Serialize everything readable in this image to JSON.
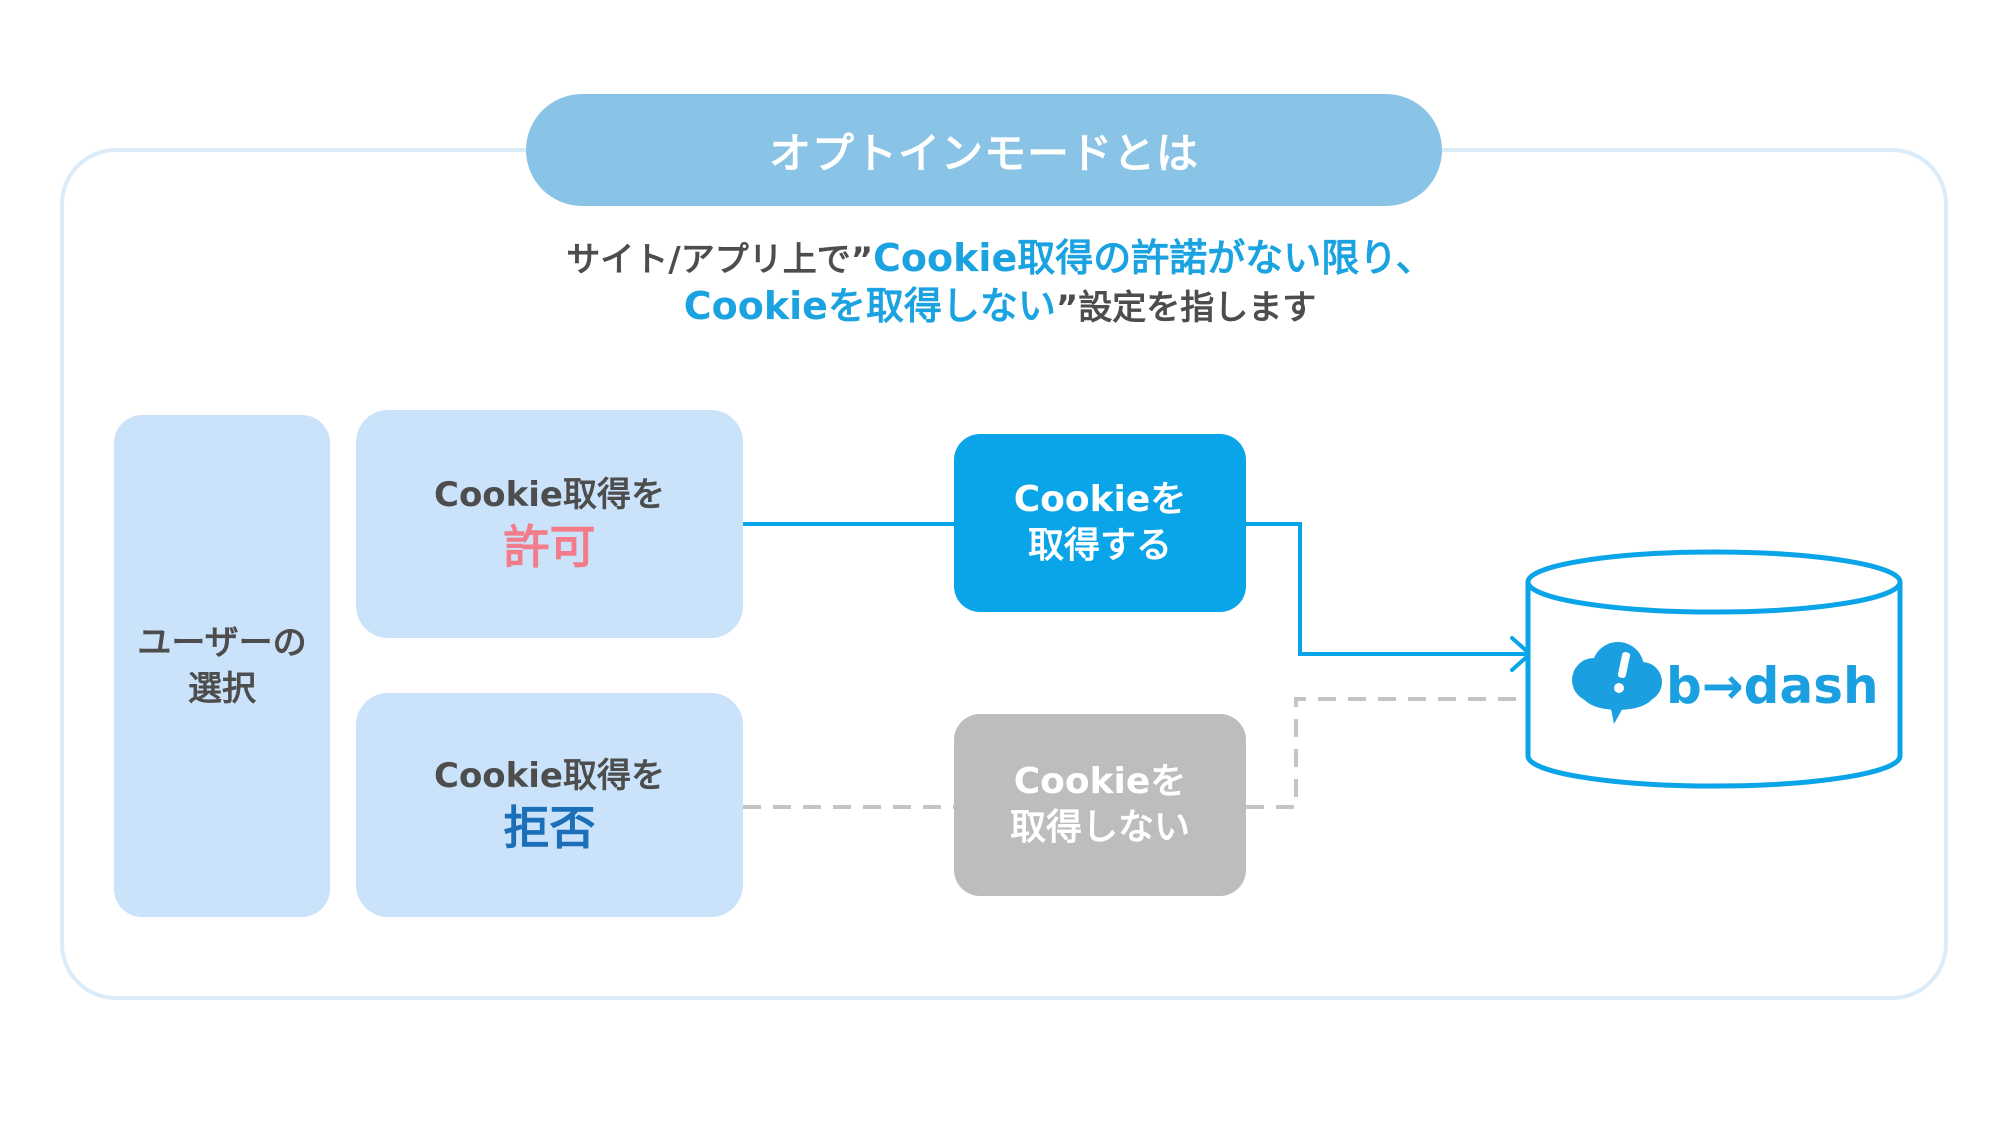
{
  "title": "オプトインモードとは",
  "subtitle": {
    "line1_prefix": "サイト/アプリ上で”",
    "line1_highlight": "Cookie取得の許諾がない限り、",
    "line2_highlight": "Cookieを取得しない",
    "line2_suffix": "”設定を指します"
  },
  "user_choice": {
    "line1": "ユーザーの",
    "line2": "選択"
  },
  "choice_allow": {
    "line1": "Cookie取得を",
    "emphasis": "許可"
  },
  "choice_deny": {
    "line1": "Cookie取得を",
    "emphasis": "拒否"
  },
  "result_get": {
    "line1": "Cookieを",
    "line2": "取得する"
  },
  "result_noget": {
    "line1": "Cookieを",
    "line2": "取得しない"
  },
  "destination": {
    "logo_text": "b→dash",
    "icon": "cloud-exclamation-icon"
  },
  "colors": {
    "title_pill": "#89c3e5",
    "highlight": "#1aa3e0",
    "box_light": "#cbe3fa",
    "allow_text": "#f27c8a",
    "deny_text": "#1a6fb8",
    "result_get": "#0aa4e8",
    "result_noget": "#bdbdbd",
    "flow_active": "#0aa4e8",
    "flow_inactive": "#c4c4c4"
  }
}
